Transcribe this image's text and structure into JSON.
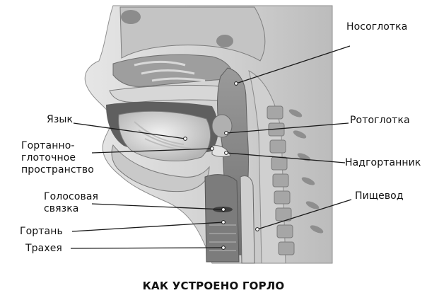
{
  "diagram": {
    "title": "КАК УСТРОЕНО ГОРЛО",
    "labels": {
      "nasopharynx": "Носоглотка",
      "oropharynx": "Ротоглотка",
      "epiglottis": "Надгортанник",
      "esophagus": "Пищевод",
      "tongue": "Язык",
      "vallecula_1": "Гортанно-",
      "vallecula_2": "глоточное",
      "vallecula_3": "пространство",
      "vocal_cord_1": "Голосовая",
      "vocal_cord_2": "связка",
      "larynx": "Гортань",
      "trachea": "Трахея"
    },
    "colors": {
      "tissue_light": "#dcdcdc",
      "tissue_mid": "#a9a9a9",
      "tissue_dark": "#6e6e6e",
      "airway": "#8a8a8a",
      "vertebra": "#bdbdbd",
      "line": "#1a1a1a"
    }
  }
}
